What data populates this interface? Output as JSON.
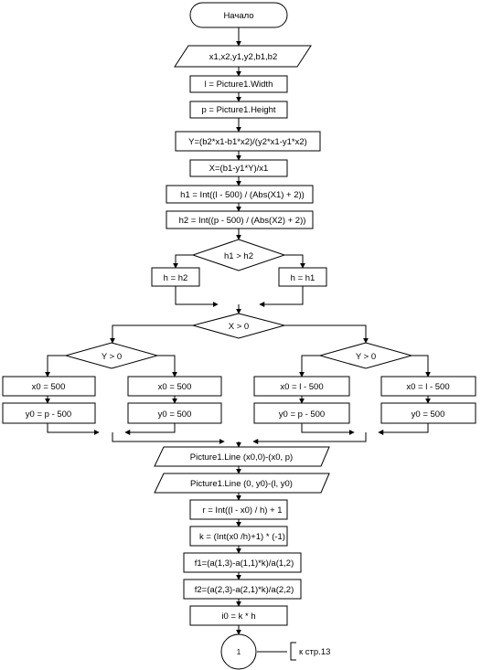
{
  "diagram": {
    "start": "Начало",
    "input": "x1,x2,y1,y2,b1,b2",
    "steps": [
      "l = Picture1.Width",
      "p = Picture1.Height",
      "Y=(b2*x1-b1*x2)/(y2*x1-y1*x2)",
      "X=(b1-y1*Y)/x1",
      "h1 = Int((l - 500) / (Abs(X1) + 2))",
      "h2 = Int((p - 500) / (Abs(X2) + 2))"
    ],
    "cond_h": "h1 > h2",
    "h_left": "h = h2",
    "h_right": "h = h1",
    "cond_x": "X > 0",
    "cond_y_left": "Y > 0",
    "cond_y_right": "Y > 0",
    "branches": {
      "ll_x0": "x0 = 500",
      "ll_y0": "y0 = p - 500",
      "lr_x0": "x0 = 500",
      "lr_y0": "y0 = 500",
      "rl_x0": "x0 = l - 500",
      "rl_y0": "y0 = p - 500",
      "rr_x0": "x0 = l - 500",
      "rr_y0": "y0 = 500"
    },
    "outputs": [
      "Picture1.Line (x0,0)-(x0, p)",
      "Picture1.Line (0, y0)-(l, y0)"
    ],
    "calcs": [
      "r = Int((l - x0) / h) + 1",
      "k = (Int(x0 /h)+1) * (-1)",
      "f1=(a(1,3)-a(1,1)*k)/a(1,2)",
      "f2=(a(2,3)-a(2,1)*k)/a(2,2)",
      "i0 = k * h"
    ],
    "connector": "1",
    "page_ref": "к стр.13"
  }
}
